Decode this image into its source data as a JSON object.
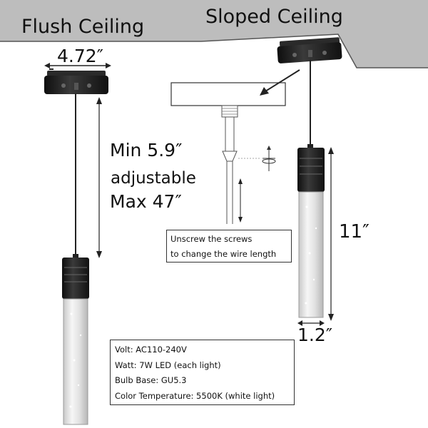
{
  "labels": {
    "flush_ceiling": "Flush Ceiling",
    "sloped_ceiling": "Sloped Ceiling",
    "canopy_width": "4.72″",
    "min_length": "Min 5.9″",
    "adjustable": "adjustable",
    "max_length": "Max 47″",
    "fixture_length": "11″",
    "fixture_diameter": "1.2″"
  },
  "note": {
    "lines": [
      "Unscrew the screws",
      "to change the wire length"
    ]
  },
  "specs": {
    "lines": [
      "Volt: AC110-240V",
      "Watt: 7W LED (each light)",
      "Bulb Base: GU5.3",
      "Color Temperature: 5500K (white light)"
    ]
  },
  "colors": {
    "ceiling": "#bdbdbd",
    "fixture": "#1e1e1e",
    "glass": "#dcdcdc"
  }
}
